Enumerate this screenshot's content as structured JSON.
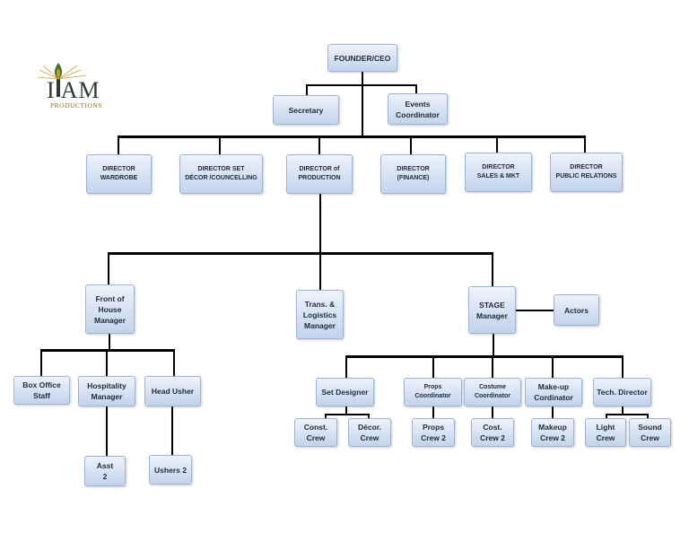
{
  "logo": {
    "text": "I AM",
    "subtext": "PRODUCTIONS"
  },
  "nodes": {
    "founder": "FOUNDER/CEO",
    "secretary": "Secretary",
    "events": "Events\nCoordinator",
    "dir_wardrobe": "DIRECTOR\nWARDROBE",
    "dir_set": "DIRECTOR             SET\nDÉCOR /COUNCELLING",
    "dir_production": "DIRECTOR of\nPRODUCTION",
    "dir_finance": "DIRECTOR\n(FINANCE)",
    "dir_sales": "DIRECTOR\nSALES & MKT",
    "dir_pr": "DIRECTOR\nPUBLIC RELATIONS",
    "front_house": "Front of\nHouse\nManager",
    "trans": "Trans. &\nLogistics\nManager",
    "stage": "STAGE\nManager",
    "actors": "Actors",
    "box_office": "Box Office\nStaff",
    "hospitality": "Hospitality\nManager",
    "head_usher": "Head Usher",
    "asst": "Asst\n2",
    "ushers": "Ushers 2",
    "set_designer": "Set Designer",
    "props_coord": "Props\nCoordinator",
    "costume_coord": "Costume\nCoordinator",
    "makeup_coord": "Make-up\nCordinator",
    "tech_director": "Tech. Director",
    "const_crew": "Const.\nCrew",
    "decor_crew": "Décor.\nCrew",
    "props_crew": "Props\nCrew 2",
    "cost_crew": "Cost.\nCrew 2",
    "makeup_crew": "Makeup\nCrew 2",
    "light_crew": "Light\nCrew",
    "sound_crew": "Sound\nCrew"
  }
}
